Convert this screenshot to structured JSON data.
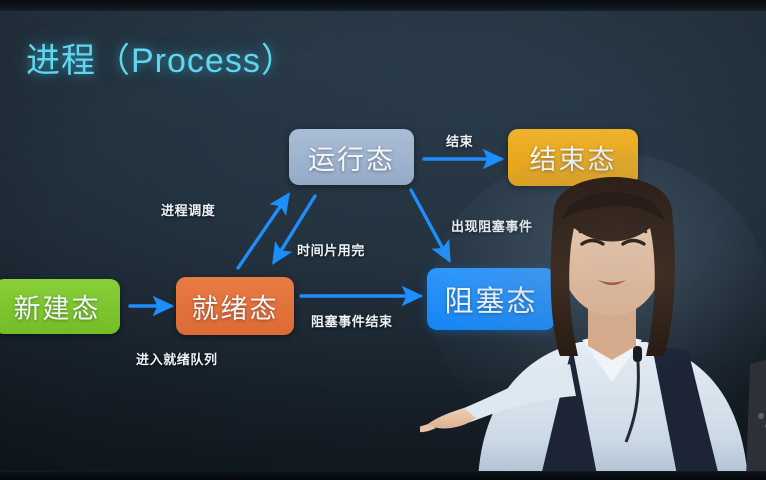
{
  "slide": {
    "title": "进程（Process）",
    "title_color": "#5fd8ef",
    "background_color": "#1e2a35"
  },
  "diagram": {
    "nodes": [
      {
        "id": "new",
        "label": "新建态",
        "color": "#7cc72e"
      },
      {
        "id": "ready",
        "label": "就绪态",
        "color": "#e1713c"
      },
      {
        "id": "running",
        "label": "运行态",
        "color": "#9db2ce"
      },
      {
        "id": "finished",
        "label": "结束态",
        "color": "#eaab20"
      },
      {
        "id": "blocked",
        "label": "阻塞态",
        "color": "#1e8efb"
      }
    ],
    "edges": [
      {
        "id": "new-ready",
        "label": "进入就绪队列",
        "from": "new",
        "to": "ready"
      },
      {
        "id": "ready-running",
        "label": "进程调度",
        "from": "ready",
        "to": "running"
      },
      {
        "id": "running-ready",
        "label": "时间片用完",
        "from": "running",
        "to": "ready"
      },
      {
        "id": "running-finished",
        "label": "结束",
        "from": "running",
        "to": "finished"
      },
      {
        "id": "running-blocked",
        "label": "出现阻塞事件",
        "from": "running",
        "to": "blocked"
      },
      {
        "id": "ready-blocked",
        "label": "阻塞事件结束",
        "from": "blocked",
        "to": "ready"
      }
    ],
    "arrow_color": "#1e8efb"
  },
  "presenter": {
    "description": "讲师"
  }
}
